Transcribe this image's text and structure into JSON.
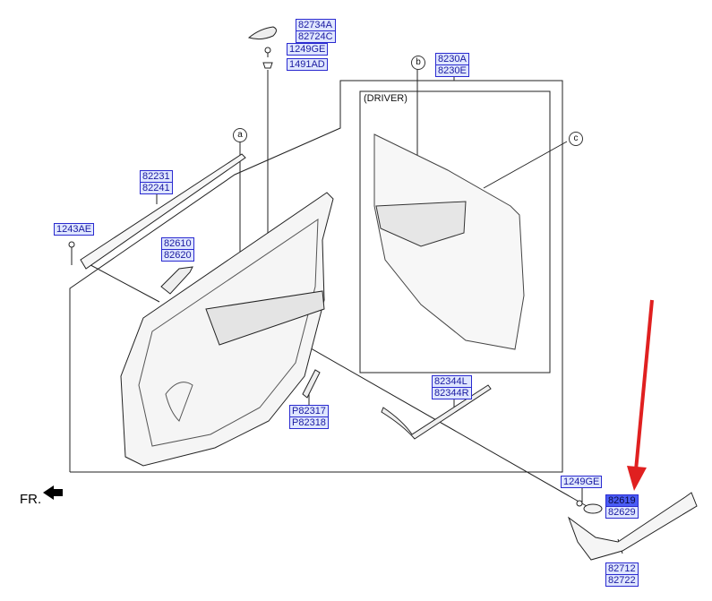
{
  "diagram": {
    "callouts": {
      "c82734": [
        "82734A",
        "82724C"
      ],
      "c1249a": [
        "1249GE"
      ],
      "c1491": [
        "1491AD"
      ],
      "c8230": [
        "8230A",
        "8230E"
      ],
      "c82231": [
        "82231",
        "82241"
      ],
      "c1243": [
        "1243AE"
      ],
      "c82610": [
        "82610",
        "82620"
      ],
      "c82317": [
        "P82317",
        "P82318"
      ],
      "c82344": [
        "82344L",
        "82344R"
      ],
      "c1249b": [
        "1249GE"
      ],
      "c82619": [
        "82619",
        "82629"
      ],
      "c82712": [
        "82712",
        "82722"
      ]
    },
    "driver_label": "(DRIVER)",
    "front_label": "FR.",
    "circles": {
      "a": "a",
      "b": "b",
      "c": "c"
    },
    "colors": {
      "highlight": "#4a5cf5",
      "label_bg": "#dfe6ff",
      "arrow": "#e02020"
    }
  }
}
